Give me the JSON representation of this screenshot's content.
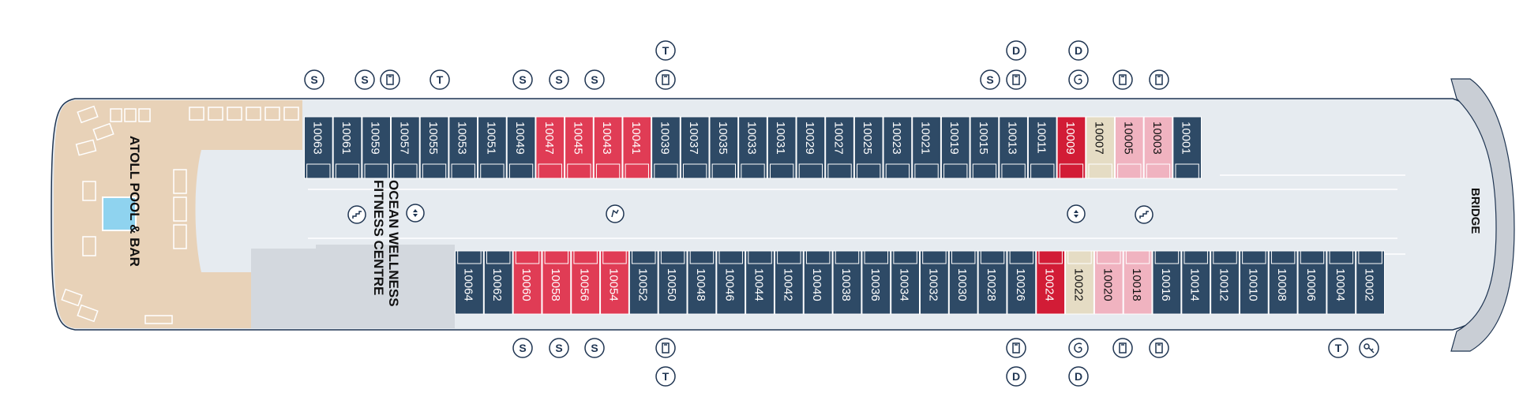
{
  "labels": {
    "pool": "ATOLL POOL & BAR",
    "fitness_line1": "OCEAN WELLNESS",
    "fitness_line2": "FITNESS CENTRE",
    "bridge": "BRIDGE"
  },
  "colors": {
    "navy": "#2e4a66",
    "red": "#e03c55",
    "deep_red": "#d21c36",
    "pink": "#f0b3c0",
    "beige": "#e5dcc4",
    "deck": "#e6ebf0",
    "pool_area": "#e8d2b8",
    "grey_area": "#d3d8de",
    "outline": "#1f3552"
  },
  "top_cabins": [
    {
      "num": "10063",
      "type": "navy"
    },
    {
      "num": "10061",
      "type": "navy"
    },
    {
      "num": "10059",
      "type": "navy"
    },
    {
      "num": "10057",
      "type": "navy"
    },
    {
      "num": "10055",
      "type": "navy"
    },
    {
      "num": "10053",
      "type": "navy"
    },
    {
      "num": "10051",
      "type": "navy"
    },
    {
      "num": "10049",
      "type": "navy"
    },
    {
      "num": "10047",
      "type": "red"
    },
    {
      "num": "10045",
      "type": "red"
    },
    {
      "num": "10043",
      "type": "red"
    },
    {
      "num": "10041",
      "type": "red"
    },
    {
      "num": "10039",
      "type": "navy"
    },
    {
      "num": "10037",
      "type": "navy"
    },
    {
      "num": "10035",
      "type": "navy"
    },
    {
      "num": "10033",
      "type": "navy"
    },
    {
      "num": "10031",
      "type": "navy"
    },
    {
      "num": "10029",
      "type": "navy"
    },
    {
      "num": "10027",
      "type": "navy"
    },
    {
      "num": "10025",
      "type": "navy"
    },
    {
      "num": "10023",
      "type": "navy"
    },
    {
      "num": "10021",
      "type": "navy"
    },
    {
      "num": "10019",
      "type": "navy"
    },
    {
      "num": "10015",
      "type": "navy"
    },
    {
      "num": "10013",
      "type": "navy"
    },
    {
      "num": "10011",
      "type": "navy"
    },
    {
      "num": "10009",
      "type": "deep_red"
    },
    {
      "num": "10007",
      "type": "beige"
    },
    {
      "num": "10005",
      "type": "pink"
    },
    {
      "num": "10003",
      "type": "pink"
    },
    {
      "num": "10001",
      "type": "navy"
    }
  ],
  "bottom_cabins": [
    {
      "num": "10064",
      "type": "navy"
    },
    {
      "num": "10062",
      "type": "navy"
    },
    {
      "num": "10060",
      "type": "red"
    },
    {
      "num": "10058",
      "type": "red"
    },
    {
      "num": "10056",
      "type": "red"
    },
    {
      "num": "10054",
      "type": "red"
    },
    {
      "num": "10052",
      "type": "navy"
    },
    {
      "num": "10050",
      "type": "navy"
    },
    {
      "num": "10048",
      "type": "navy"
    },
    {
      "num": "10046",
      "type": "navy"
    },
    {
      "num": "10044",
      "type": "navy"
    },
    {
      "num": "10042",
      "type": "navy"
    },
    {
      "num": "10040",
      "type": "navy"
    },
    {
      "num": "10038",
      "type": "navy"
    },
    {
      "num": "10036",
      "type": "navy"
    },
    {
      "num": "10034",
      "type": "navy"
    },
    {
      "num": "10032",
      "type": "navy"
    },
    {
      "num": "10030",
      "type": "navy"
    },
    {
      "num": "10028",
      "type": "navy"
    },
    {
      "num": "10026",
      "type": "navy"
    },
    {
      "num": "10024",
      "type": "deep_red"
    },
    {
      "num": "10022",
      "type": "beige"
    },
    {
      "num": "10020",
      "type": "pink"
    },
    {
      "num": "10018",
      "type": "pink"
    },
    {
      "num": "10016",
      "type": "navy"
    },
    {
      "num": "10014",
      "type": "navy"
    },
    {
      "num": "10012",
      "type": "navy"
    },
    {
      "num": "10010",
      "type": "navy"
    },
    {
      "num": "10008",
      "type": "navy"
    },
    {
      "num": "10006",
      "type": "navy"
    },
    {
      "num": "10004",
      "type": "navy"
    },
    {
      "num": "10002",
      "type": "navy"
    }
  ],
  "top_markers": [
    {
      "kind": "letter",
      "text": "S",
      "name": "sofa-bed-marker-10061"
    },
    {
      "kind": "letter",
      "text": "S",
      "name": "sofa-bed-marker-10057"
    },
    {
      "kind": "bathtub",
      "name": "bathtub-icon-10057"
    },
    {
      "kind": "letter",
      "text": "T",
      "name": "triple-marker-10053"
    },
    {
      "kind": "letter",
      "text": "S",
      "name": "sofa-bed-marker-10045"
    },
    {
      "kind": "letter",
      "text": "S",
      "name": "sofa-bed-marker-10043"
    },
    {
      "kind": "letter",
      "text": "S",
      "name": "sofa-bed-marker-10041"
    },
    {
      "kind": "letter",
      "text": "T",
      "name": "triple-marker-10039"
    },
    {
      "kind": "bathtub",
      "name": "bathtub-icon-10039"
    },
    {
      "kind": "letter",
      "text": "S",
      "name": "sofa-bed-marker-10011"
    },
    {
      "kind": "letter",
      "text": "D",
      "name": "disabled-access-marker-10009"
    },
    {
      "kind": "bathtub",
      "name": "bathtub-icon-10009"
    },
    {
      "kind": "letter",
      "text": "D",
      "name": "disabled-access-marker-10007"
    },
    {
      "kind": "spiral",
      "name": "spa-icon-10007"
    },
    {
      "kind": "bathtub",
      "name": "bathtub-icon-10005"
    },
    {
      "kind": "bathtub",
      "name": "bathtub-icon-10003"
    }
  ],
  "bottom_markers": [
    {
      "kind": "letter",
      "text": "S",
      "name": "sofa-bed-marker-10060"
    },
    {
      "kind": "letter",
      "text": "S",
      "name": "sofa-bed-marker-10058"
    },
    {
      "kind": "letter",
      "text": "S",
      "name": "sofa-bed-marker-10056"
    },
    {
      "kind": "bathtub",
      "name": "bathtub-icon-10052"
    },
    {
      "kind": "letter",
      "text": "T",
      "name": "triple-marker-10052"
    },
    {
      "kind": "bathtub",
      "name": "bathtub-icon-10024"
    },
    {
      "kind": "letter",
      "text": "D",
      "name": "disabled-access-marker-10024"
    },
    {
      "kind": "spiral",
      "name": "spa-icon-10022"
    },
    {
      "kind": "letter",
      "text": "D",
      "name": "disabled-access-marker-10022"
    },
    {
      "kind": "bathtub",
      "name": "bathtub-icon-10020"
    },
    {
      "kind": "bathtub",
      "name": "bathtub-icon-10018"
    },
    {
      "kind": "letter",
      "text": "T",
      "name": "triple-marker-10004"
    },
    {
      "kind": "key",
      "name": "key-icon-10002"
    }
  ],
  "corridor_icons": [
    "stairs-icon",
    "elevator-icon",
    "restroom-icon",
    "elevator-icon",
    "stairs-icon"
  ]
}
